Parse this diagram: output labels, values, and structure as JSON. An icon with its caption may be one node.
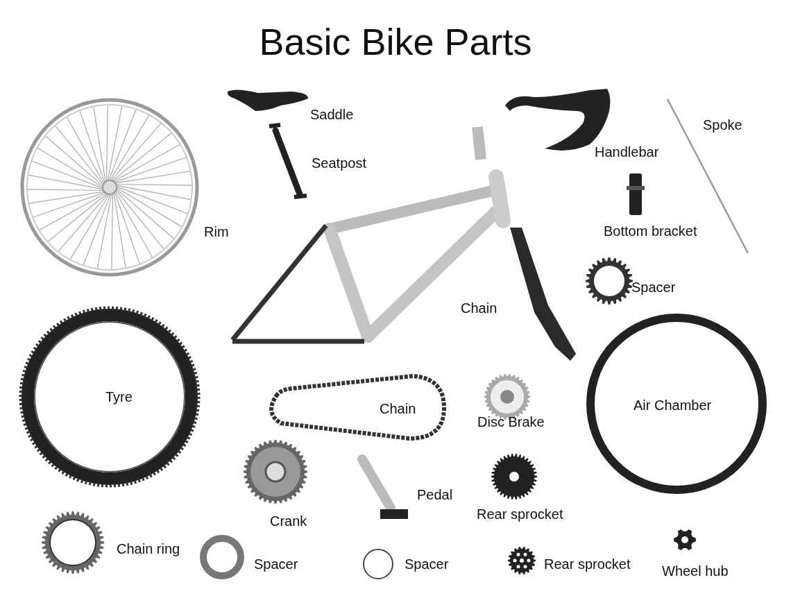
{
  "diagram": {
    "title": "Basic Bike Parts",
    "labels": [
      "Saddle",
      "Spoke",
      "Handlebar",
      "Seatpost",
      "Rim",
      "Bottom bracket",
      "Spacer",
      "Chain",
      "Tyre",
      "Chain",
      "Air Chamber",
      "Disc Brake",
      "Pedal",
      "Crank",
      "Rear sprocket",
      "Chain ring",
      "Spacer",
      "Spacer",
      "Rear sprocket",
      "Wheel hub"
    ]
  }
}
